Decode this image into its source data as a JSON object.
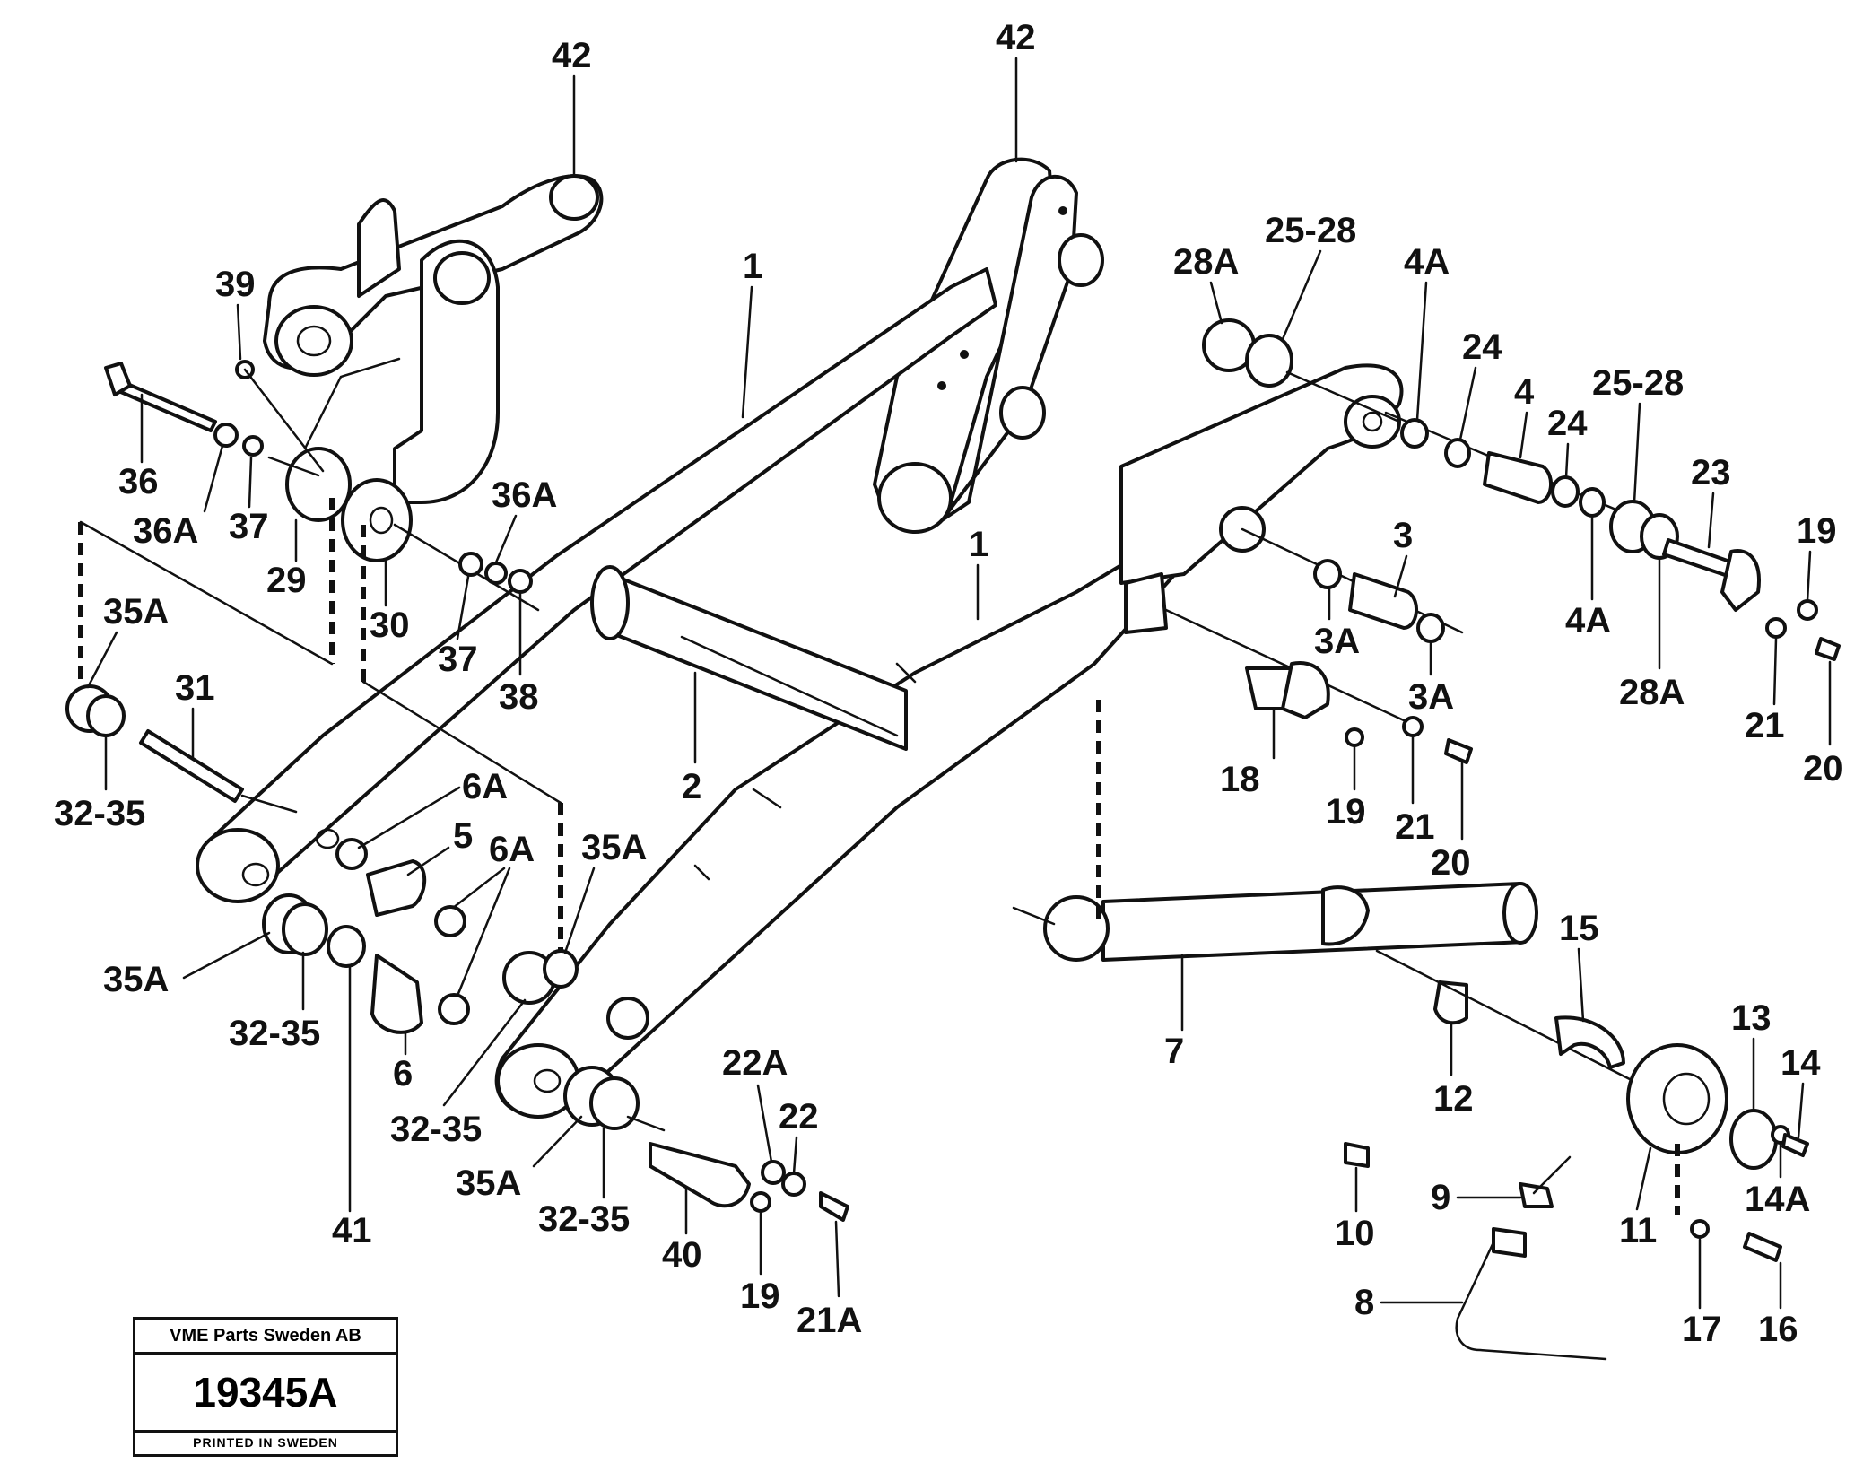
{
  "diagram": {
    "labels": {
      "l42a": "42",
      "l42b": "42",
      "l1a": "1",
      "l1b": "1",
      "l2": "2",
      "l39": "39",
      "l36": "36",
      "l36a": "36A",
      "l37": "37",
      "l29": "29",
      "l30": "30",
      "l36a2": "36A",
      "l37b": "37",
      "l38": "38",
      "l35a1": "35A",
      "l31": "31",
      "l3235a": "32-35",
      "l6a1": "6A",
      "l5": "5",
      "l6a2": "6A",
      "l35a2": "35A",
      "l35a3": "35A",
      "l3235b": "32-35",
      "l6": "6",
      "l41": "41",
      "l3235c": "32-35",
      "l35a4": "35A",
      "l3235d": "32-35",
      "l40": "40",
      "l22a": "22A",
      "l22": "22",
      "l19a": "19",
      "l21a": "21A",
      "l28a1": "28A",
      "l2528a": "25-28",
      "l4a1": "4A",
      "l24a": "24",
      "l4": "4",
      "l24b": "24",
      "l2528b": "25-28",
      "l23": "23",
      "l19b": "19",
      "l3": "3",
      "l3a1": "3A",
      "l3a2": "3A",
      "l4a2": "4A",
      "l28a2": "28A",
      "l21b": "21",
      "l20a": "20",
      "l18": "18",
      "l19c": "19",
      "l21c": "21",
      "l20b": "20",
      "l7": "7",
      "l15": "15",
      "l12": "12",
      "l13": "13",
      "l14": "14",
      "l14a": "14A",
      "l11": "11",
      "l10": "10",
      "l9": "9",
      "l8": "8",
      "l17": "17",
      "l16": "16"
    }
  },
  "title_block": {
    "company": "VME Parts Sweden AB",
    "drawing_number": "19345A",
    "printed": "PRINTED IN SWEDEN"
  }
}
